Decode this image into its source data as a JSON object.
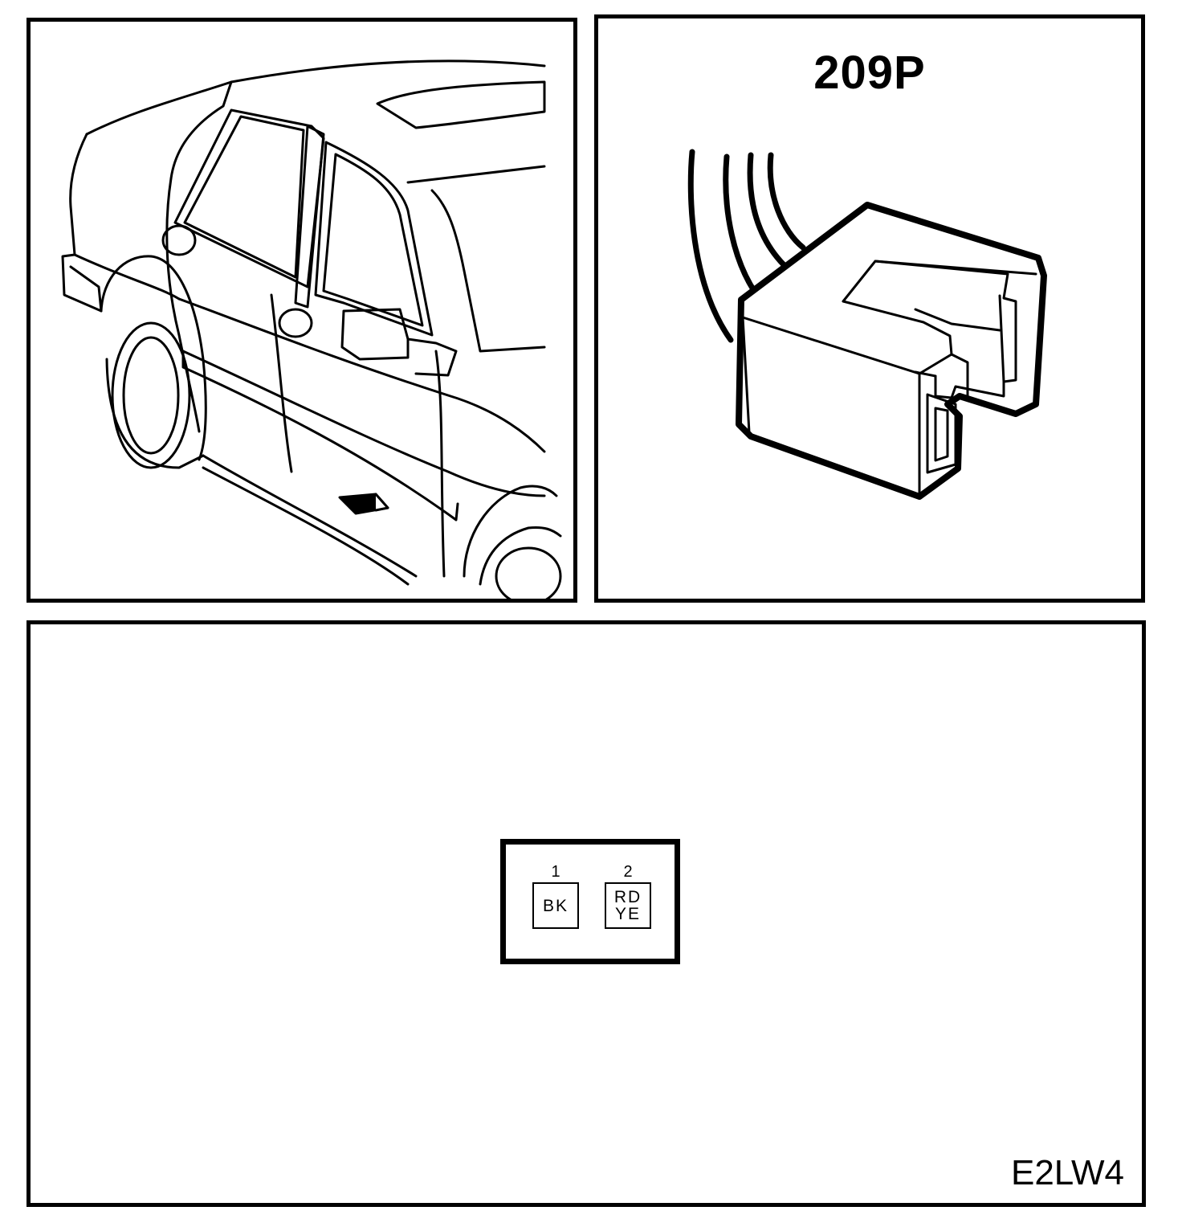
{
  "connector": {
    "id": "209P"
  },
  "pinout": {
    "pins": [
      {
        "number": "1",
        "wire_color_line1": "BK",
        "wire_color_line2": ""
      },
      {
        "number": "2",
        "wire_color_line1": "RD",
        "wire_color_line2": "YE"
      }
    ]
  },
  "diagram_code": "E2LW4",
  "colors": {
    "line": "#000000",
    "background": "#ffffff"
  }
}
